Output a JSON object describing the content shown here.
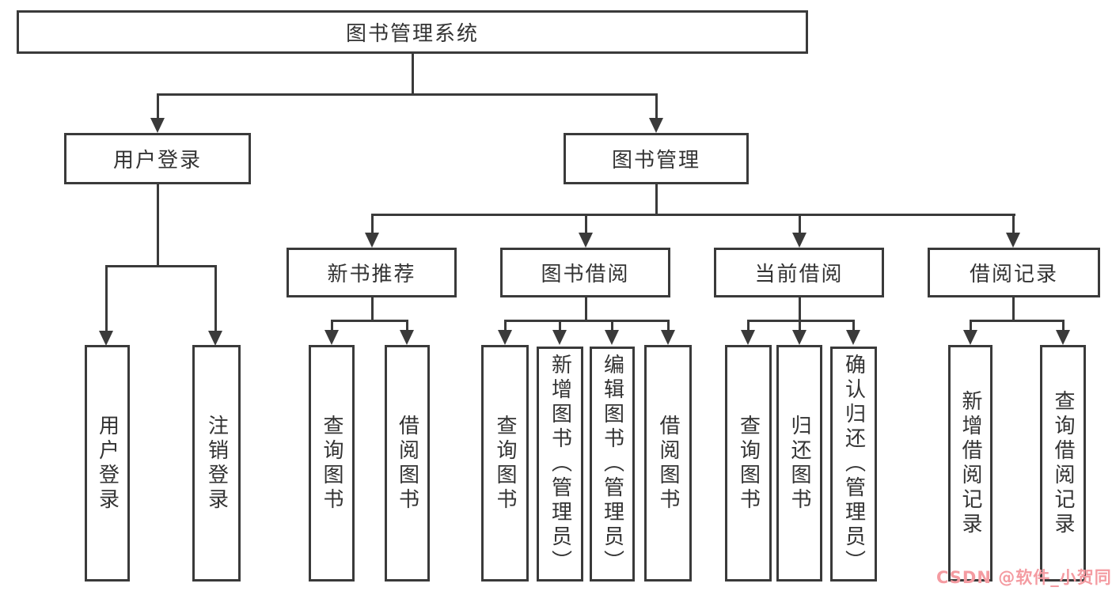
{
  "diagram": {
    "title_node": {
      "label": "图书管理系统"
    },
    "user_login": {
      "label": "用户登录",
      "children": [
        {
          "label": "用户登录"
        },
        {
          "label": "注销登录"
        }
      ]
    },
    "book_mgmt": {
      "label": "图书管理",
      "children": [
        {
          "label": "新书推荐",
          "children": [
            {
              "label": "查询图书"
            },
            {
              "label": "借阅图书"
            }
          ]
        },
        {
          "label": "图书借阅",
          "children": [
            {
              "label": "查询图书"
            },
            {
              "label": "新增图书（管理员）"
            },
            {
              "label": "编辑图书（管理员）"
            },
            {
              "label": "借阅图书"
            }
          ]
        },
        {
          "label": "当前借阅",
          "children": [
            {
              "label": "查询图书"
            },
            {
              "label": "归还图书"
            },
            {
              "label": "确认归还（管理员）"
            }
          ]
        },
        {
          "label": "借阅记录",
          "children": [
            {
              "label": "新增借阅记录"
            },
            {
              "label": "查询借阅记录"
            }
          ]
        }
      ]
    }
  },
  "watermark": {
    "text": "CSDN @软件_小贺同学"
  },
  "colors": {
    "line": "#3a3a3a",
    "text": "#333333",
    "box_bg": "#ffffff",
    "watermark": "#f49ba1"
  }
}
